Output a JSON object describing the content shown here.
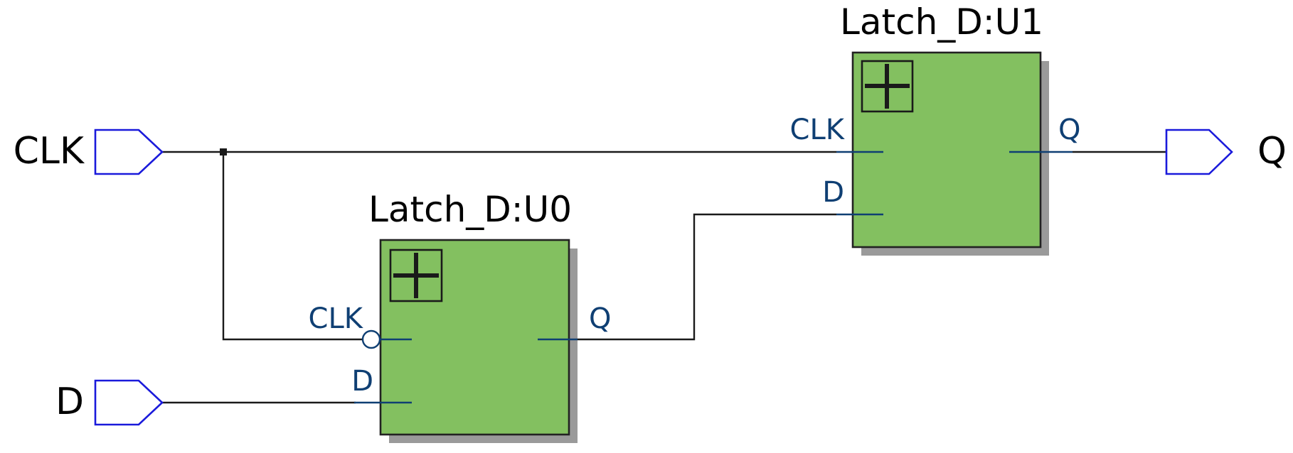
{
  "colors": {
    "block_fill": "#83c060",
    "io_stroke": "#1a1adb",
    "pin_color": "#0f3f73",
    "wire": "#1a1a1a"
  },
  "inputs": {
    "clk": {
      "label": "CLK"
    },
    "d": {
      "label": "D"
    }
  },
  "outputs": {
    "q": {
      "label": "Q"
    }
  },
  "instances": {
    "u0": {
      "name": "Latch_D:U0",
      "pins": {
        "clk": "CLK",
        "d": "D",
        "q": "Q"
      },
      "clk_inverted": true,
      "expand_icon": "plus-icon"
    },
    "u1": {
      "name": "Latch_D:U1",
      "pins": {
        "clk": "CLK",
        "d": "D",
        "q": "Q"
      },
      "clk_inverted": false,
      "expand_icon": "plus-icon"
    }
  }
}
